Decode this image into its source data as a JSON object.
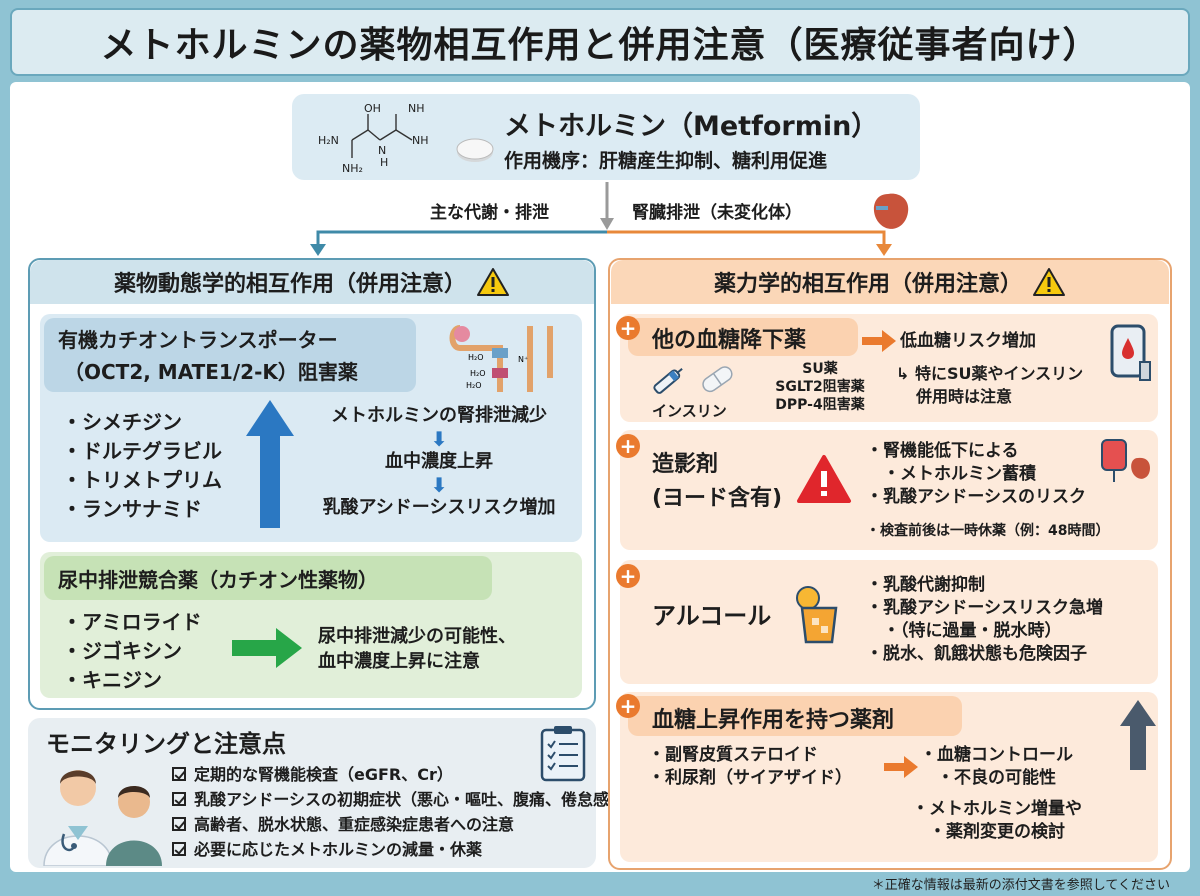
{
  "title": "メトホルミンの薬物相互作用と併用注意（医療従事者向け）",
  "drug": {
    "name": "メトホルミン（Metformin）",
    "mechanism": "作用機序：肝糖産生抑制、糖利用促進",
    "molecule_labels": [
      "OH",
      "NH",
      "H₂N",
      "N",
      "H",
      "NH",
      "NH₂"
    ]
  },
  "branches": {
    "left": "主な代謝・排泄",
    "right": "腎臓排泄（未変化体）"
  },
  "pk": {
    "heading": "薬物動態学的相互作用（併用注意）",
    "oct": {
      "title_line1": "有機カチオントランスポーター",
      "title_line2": "（OCT2, MATE1/2-K）阻害薬",
      "drugs": [
        "シメチジン",
        "ドルテグラビル",
        "トリメトプリム",
        "ランサナミド"
      ],
      "flow": [
        "メトホルミンの腎排泄減少",
        "血中濃度上昇",
        "乳酸アシドーシスリスク増加"
      ],
      "diagram_labels": [
        "H₂O",
        "N⁺",
        "H₂O",
        "H₂O"
      ]
    },
    "urine": {
      "title": "尿中排泄競合薬（カチオン性薬物）",
      "drugs": [
        "アミロライド",
        "ジゴキシン",
        "キニジン"
      ],
      "note_line1": "尿中排泄減少の可能性、",
      "note_line2": "血中濃度上昇に注意"
    }
  },
  "monitoring": {
    "title": "モニタリングと注意点",
    "items": [
      "定期的な腎機能検査（eGFR、Cr）",
      "乳酸アシドーシスの初期症状（悪心・嘔吐、腹痛、倦怠感）",
      "高齢者、脱水状態、重症感染症患者への注意",
      "必要に応じたメトホルミンの減量・休薬"
    ]
  },
  "pd": {
    "heading": "薬力学的相互作用（併用注意）",
    "hypoglycemic": {
      "title": "他の血糖降下薬",
      "effect": "低血糖リスク増加",
      "note_line1": "↳ 特にSU薬やインスリン",
      "note_line2": "併用時は注意",
      "insulin_label": "インスリン",
      "classes": [
        "SU薬",
        "SGLT2阻害薬",
        "DPP-4阻害薬"
      ]
    },
    "contrast": {
      "title_line1": "造影剤",
      "title_line2": "(ヨード含有)",
      "points": [
        "腎機能低下による",
        "メトホルミン蓄積",
        "乳酸アシドーシスのリスク"
      ],
      "note": "検査前後は一時休薬（例：48時間）"
    },
    "alcohol": {
      "title": "アルコール",
      "points": [
        "乳酸代謝抑制",
        "乳酸アシドーシスリスク急増",
        "（特に過量・脱水時）",
        "脱水、飢餓状態も危険因子"
      ]
    },
    "hyperglycemic": {
      "title": "血糖上昇作用を持つ薬剤",
      "drugs": [
        "副腎皮質ステロイド",
        "利尿剤（サイアザイド）"
      ],
      "effect_line1": "血糖コントロール",
      "effect_line2": "不良の可能性",
      "action_line1": "メトホルミン増量や",
      "action_line2": "薬剤変更の検討"
    }
  },
  "footnote": "＊正確な情報は最新の添付文書を参照してください",
  "colors": {
    "background": "#8fc3d3",
    "left_accent": "#5d9cb4",
    "right_accent": "#e7a36e",
    "blue_arrow": "#2b78c2",
    "green_arrow": "#27a648",
    "orange": "#ea7a2e",
    "warning_red": "#e0262c"
  }
}
